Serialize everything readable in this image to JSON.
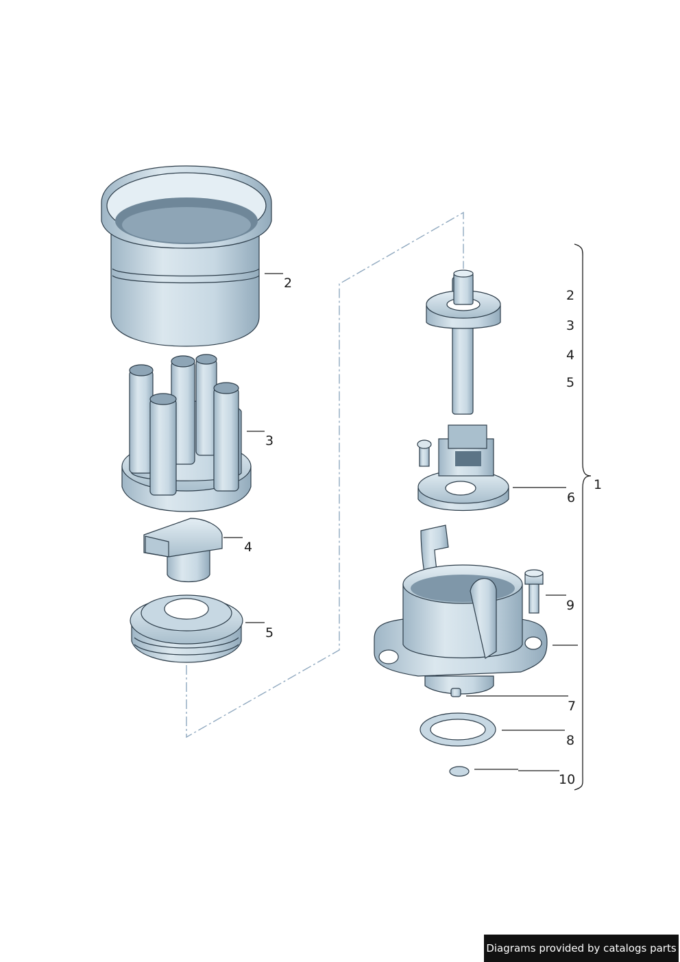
{
  "callouts": {
    "left": [
      "2",
      "3",
      "4",
      "5"
    ],
    "right_group": [
      "2",
      "3",
      "4",
      "5"
    ],
    "right": [
      "6",
      "9",
      "7",
      "8",
      "10"
    ],
    "assembly": "1"
  },
  "credit": "Diagrams provided by catalogs parts",
  "colors": {
    "part_fill": "#c7d8e3",
    "part_shadow": "#9fb6c6",
    "part_highlight": "#e4eef4",
    "outline": "#2b3b48",
    "dash_line": "#8fa8bf",
    "credit_bg": "#111111"
  }
}
